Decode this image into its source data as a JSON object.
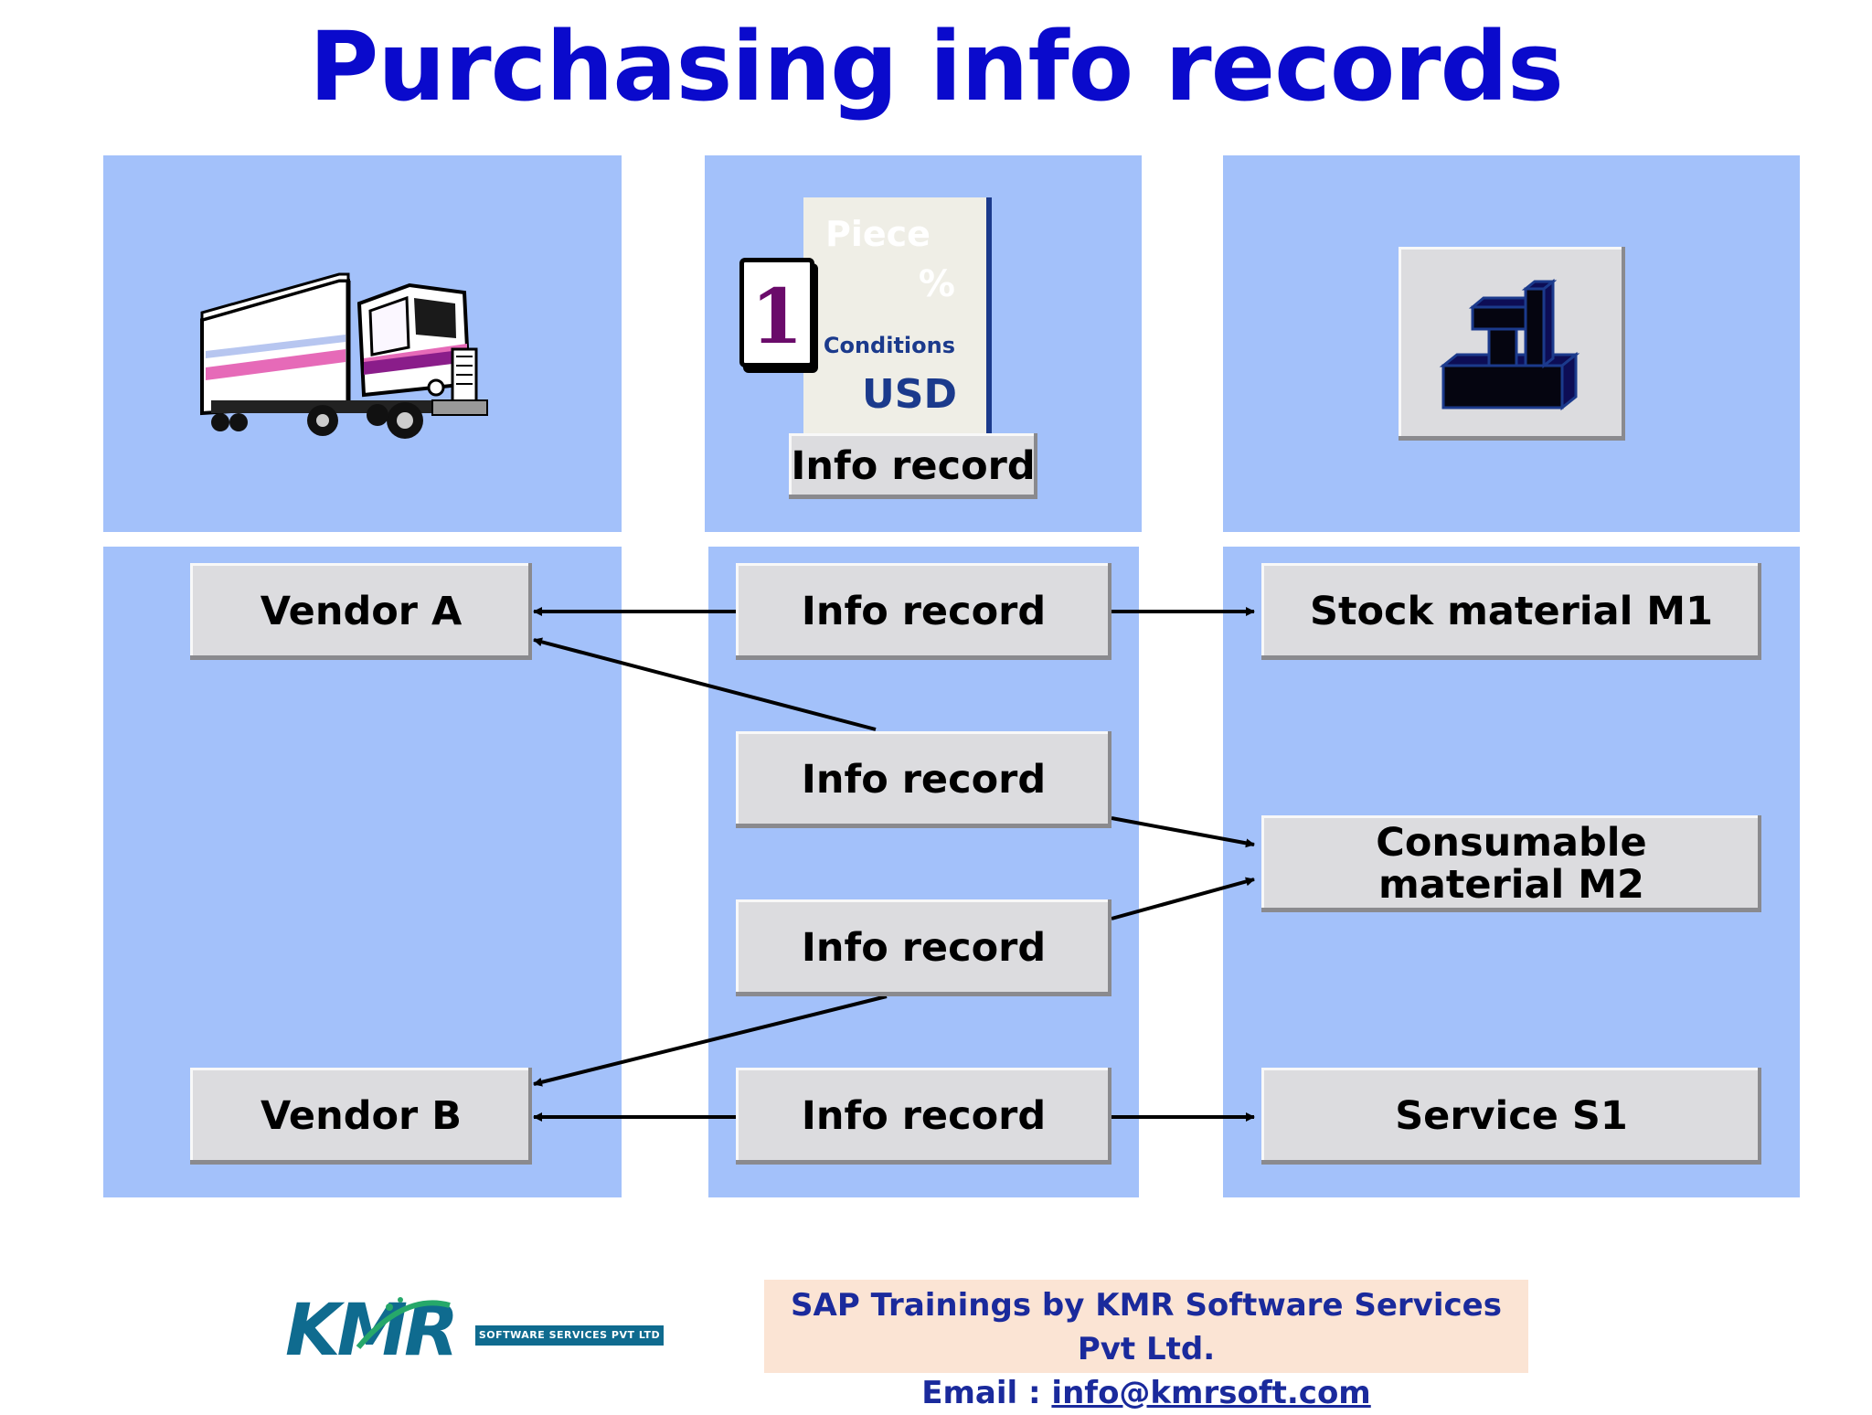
{
  "title": "Purchasing info records",
  "top_doc": {
    "piece": "Piece",
    "percent": "%",
    "conditions": "Conditions",
    "currency": "USD",
    "calendar_number": "1",
    "info_record_label": "Info record"
  },
  "vendors": [
    "Vendor A",
    "Vendor B"
  ],
  "info_records": [
    "Info record",
    "Info record",
    "Info record",
    "Info record"
  ],
  "materials": {
    "stock": "Stock material M1",
    "consumable_line1": "Consumable",
    "consumable_line2": "material M2",
    "service": "Service S1"
  },
  "footer": {
    "line1": "SAP Trainings by KMR Software Services Pvt Ltd.",
    "email_label": "Email : ",
    "email": "info@kmrsoft.com"
  },
  "logo": {
    "text": "KMR",
    "subtext": "SOFTWARE SERVICES PVT LTD"
  },
  "colors": {
    "title": "#0a0acc",
    "panel": "#a3c1fa",
    "box": "#dcdcdf",
    "footer_bg": "#fbe4d4",
    "footer_text": "#1a2a9c"
  }
}
